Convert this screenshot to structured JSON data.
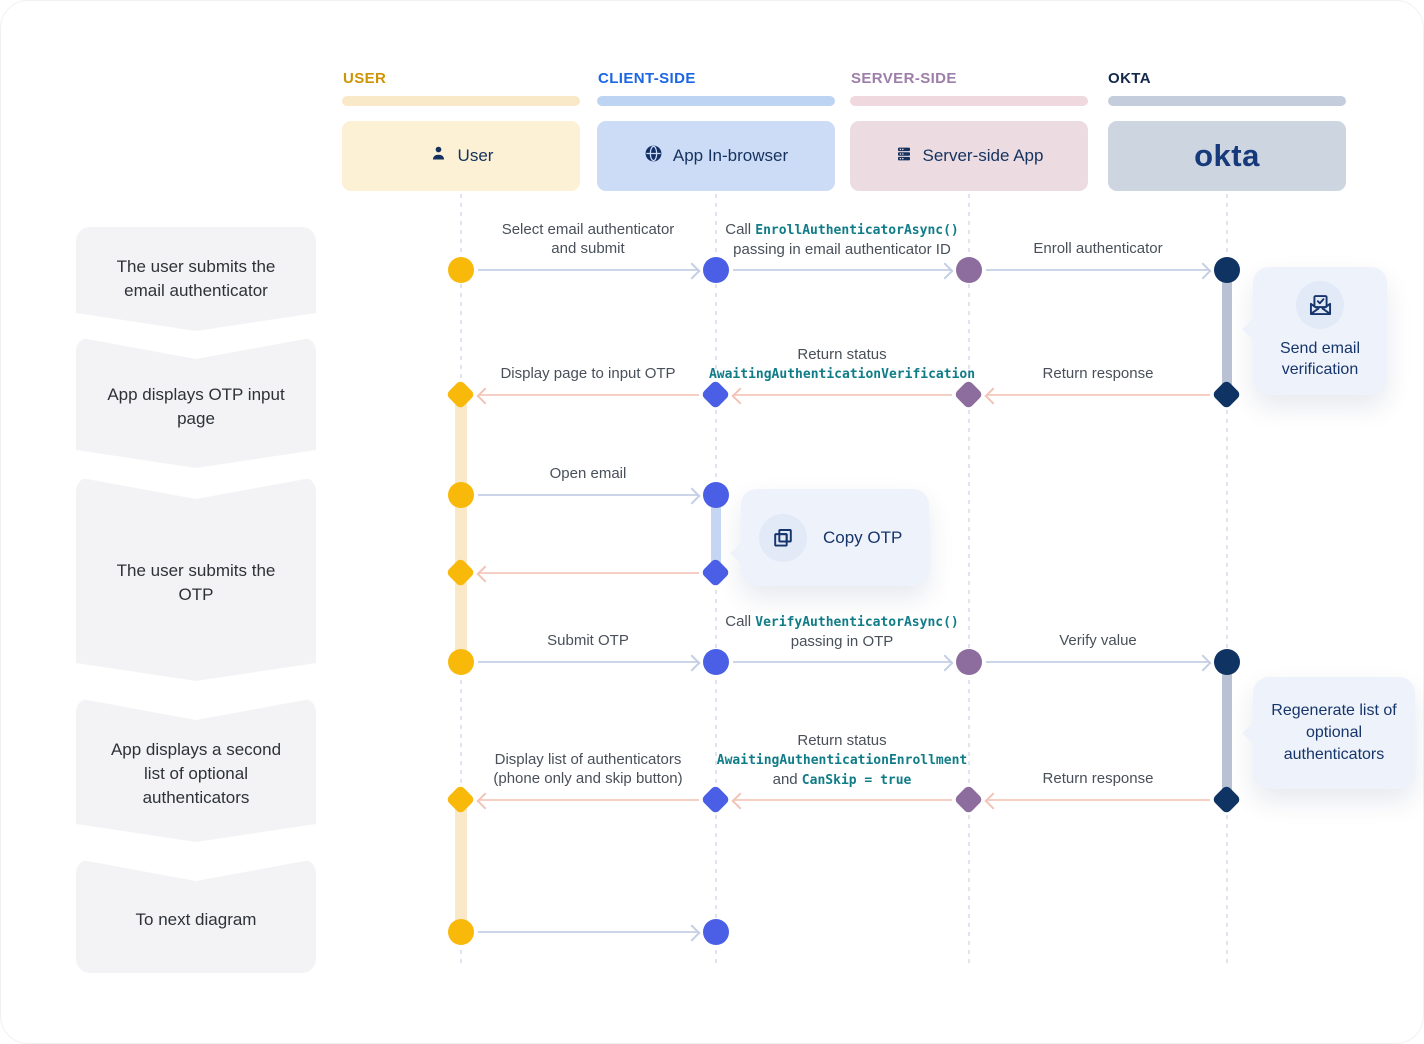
{
  "lanes": [
    {
      "header": "USER",
      "card_label": "User",
      "accent": "#CF9404",
      "bar_color": "#FAE9C8",
      "card_color": "#FCF0D5",
      "node_color": "#F8B90B"
    },
    {
      "header": "CLIENT-SIDE",
      "card_label": "App In-browser",
      "accent": "#1B66E3",
      "bar_color": "#BDD4F2",
      "card_color": "#CCDCF6",
      "node_color": "#4A5FE6"
    },
    {
      "header": "SERVER-SIDE",
      "card_label": "Server-side App",
      "accent": "#9C7EA8",
      "bar_color": "#EFD9DE",
      "card_color": "#ECDCE2",
      "node_color": "#8D6C9E"
    },
    {
      "header": "OKTA",
      "card_label": "okta",
      "accent": "#14284B",
      "bar_color": "#C4CDDC",
      "card_color": "#CDD5E1",
      "node_color": "#0F3363"
    }
  ],
  "steps": [
    {
      "label": "The user submits the email authenticator"
    },
    {
      "label": "App displays OTP input page"
    },
    {
      "label": "The user submits the OTP"
    },
    {
      "label": "App displays a second list of optional authenticators"
    },
    {
      "label": "To next diagram"
    }
  ],
  "messages": {
    "m1": {
      "line1": "Select email authenticator",
      "line2": "and submit"
    },
    "m2": {
      "pre": "Call ",
      "code": "EnrollAuthenticatorAsync()",
      "line2": "passing in email authenticator ID"
    },
    "m3": {
      "label": "Enroll authenticator"
    },
    "m4": {
      "label": "Return response"
    },
    "m5": {
      "line1": "Return status",
      "code": "AwaitingAuthenticationVerification"
    },
    "m6": {
      "label": "Display page to input OTP"
    },
    "m7": {
      "label": "Open email"
    },
    "m9": {
      "label": "Submit OTP"
    },
    "m10": {
      "pre": "Call ",
      "code": "VerifyAuthenticatorAsync()",
      "line2": "passing in OTP"
    },
    "m11": {
      "label": "Verify value"
    },
    "m12": {
      "label": "Return response"
    },
    "m13": {
      "line1": "Return status",
      "code1": "AwaitingAuthenticationEnrollment",
      "and": "and ",
      "code2": "CanSkip = true"
    },
    "m14": {
      "line1": "Display list of authenticators",
      "line2": "(phone only and skip button)"
    }
  },
  "callouts": {
    "send_email": {
      "label": "Send email verification"
    },
    "copy_otp": {
      "label": "Copy OTP"
    },
    "regenerate": {
      "label": "Regenerate list of optional authenticators"
    }
  },
  "colors": {
    "forward_arrow": "#CBD5E7",
    "return_arrow": "#F6CFC4",
    "code_text": "#0F7C87",
    "label_text": "#49505A",
    "callout_bg": "#EEF2FB",
    "callout_text": "#16356B"
  }
}
